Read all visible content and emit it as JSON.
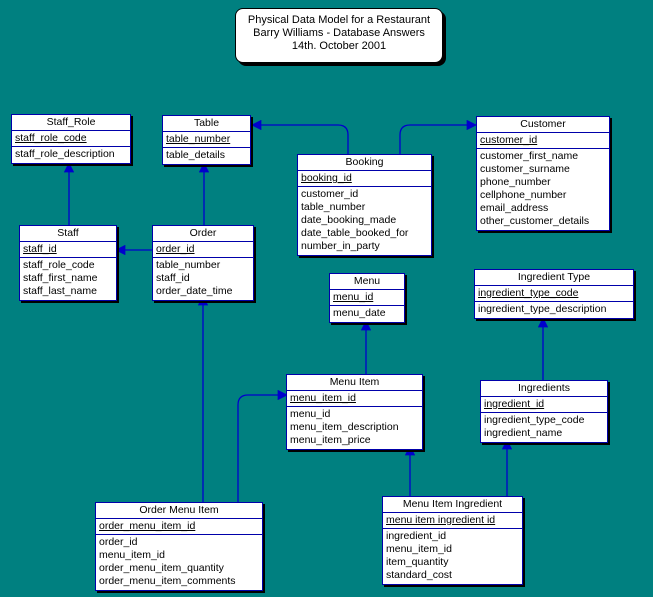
{
  "title": {
    "line1": "Physical Data Model for a Restaurant",
    "line2": "Barry Williams - Database Answers",
    "line3": "14th. October 2001"
  },
  "colors": {
    "background": "#008080",
    "entity_border": "#0000aa",
    "connector": "#0000cc"
  },
  "entities": {
    "staff_role": {
      "name": "Staff_Role",
      "pk": [
        "staff_role_code"
      ],
      "attrs": [
        "staff_role_description"
      ]
    },
    "table": {
      "name": "Table",
      "pk": [
        "table_number"
      ],
      "attrs": [
        "table_details"
      ]
    },
    "customer": {
      "name": "Customer",
      "pk": [
        "customer_id"
      ],
      "attrs": [
        "customer_first_name",
        "customer_surname",
        "phone_number",
        "cellphone_number",
        "email_address",
        "other_customer_details"
      ]
    },
    "booking": {
      "name": "Booking",
      "pk": [
        "booking_id"
      ],
      "attrs": [
        "customer_id",
        "table_number",
        "date_booking_made",
        "date_table_booked_for",
        "number_in_party"
      ]
    },
    "staff": {
      "name": "Staff",
      "pk": [
        "staff_id"
      ],
      "attrs": [
        "staff_role_code",
        "staff_first_name",
        "staff_last_name"
      ]
    },
    "order": {
      "name": "Order",
      "pk": [
        "order_id"
      ],
      "attrs": [
        "table_number",
        "staff_id",
        "order_date_time"
      ]
    },
    "menu": {
      "name": "Menu",
      "pk": [
        "menu_id"
      ],
      "attrs": [
        "menu_date"
      ]
    },
    "ingredient_type": {
      "name": "Ingredient Type",
      "pk": [
        "ingredient_type_code"
      ],
      "attrs": [
        "ingredient_type_description"
      ]
    },
    "menu_item": {
      "name": "Menu Item",
      "pk": [
        "menu_item_id"
      ],
      "attrs": [
        "menu_id",
        "menu_item_description",
        "menu_item_price"
      ]
    },
    "ingredients": {
      "name": "Ingredients",
      "pk": [
        "ingredient_id"
      ],
      "attrs": [
        "ingredient_type_code",
        "ingredient_name"
      ]
    },
    "order_menu_item": {
      "name": "Order Menu Item",
      "pk": [
        "order_menu_item_id"
      ],
      "attrs": [
        "order_id",
        "menu_item_id",
        "order_menu_item_quantity",
        "order_menu_item_comments"
      ]
    },
    "menu_item_ingredient": {
      "name": "Menu Item Ingredient",
      "pk": [
        "menu item ingredient id"
      ],
      "attrs": [
        "ingredient_id",
        "menu_item_id",
        "item_quantity",
        "standard_cost"
      ]
    }
  }
}
